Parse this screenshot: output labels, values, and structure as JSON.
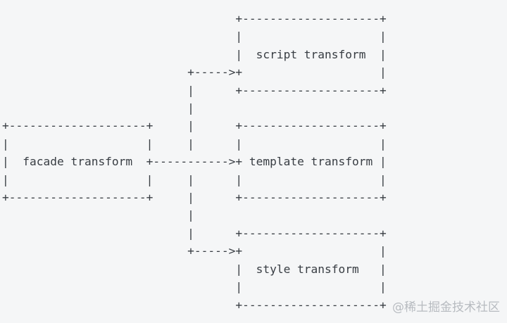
{
  "meta": {
    "background_color": "#f5f6f7",
    "text_color": "#383d43",
    "watermark_color": "#b7bbc0"
  },
  "diagram": {
    "type": "ascii-flow",
    "nodes": [
      {
        "label": "facade transform"
      },
      {
        "label": "script transform"
      },
      {
        "label": "template transform"
      },
      {
        "label": "style transform"
      }
    ],
    "edges": [
      {
        "from": "facade transform",
        "to": "script transform"
      },
      {
        "from": "facade transform",
        "to": "template transform"
      },
      {
        "from": "facade transform",
        "to": "style transform"
      }
    ],
    "lines": [
      "                                  +--------------------+",
      "                                  |                    |",
      "                                  |  script transform  |",
      "                           +----->+                    |",
      "                           |      +--------------------+",
      "                           |",
      "+--------------------+     |      +--------------------+",
      "|                    |     |      |                    |",
      "|  facade transform  +----------->+ template transform |",
      "|                    |     |      |                    |",
      "+--------------------+     |      +--------------------+",
      "                           |",
      "                           |      +--------------------+",
      "                           +----->+                    |",
      "                                  |  style transform   |",
      "                                  |                    |",
      "                                  +--------------------+"
    ]
  },
  "watermark": {
    "text": "@稀土掘金技术社区"
  }
}
